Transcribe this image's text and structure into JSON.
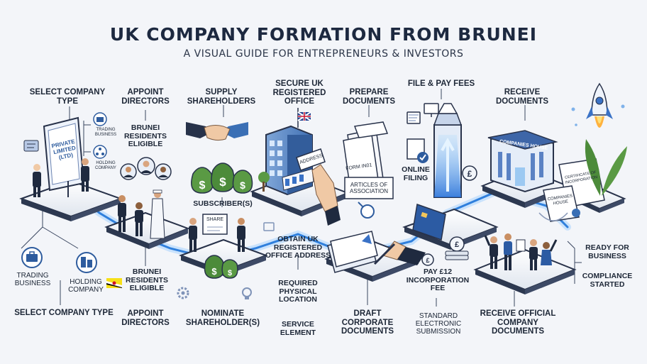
{
  "header": {
    "title": "UK COMPANY FORMATION FROM BRUNEI",
    "subtitle": "A VISUAL GUIDE FOR ENTREPRENEURS & INVESTORS"
  },
  "steps": {
    "select_top": "SELECT COMPANY TYPE",
    "select_bottom": "SELECT COMPANY TYPE",
    "private_limited": "PRIVATE LIMITED (LTD)",
    "trading_small": "TRADING BUSINESS",
    "holding_small": "HOLDING COMPANY",
    "trading": "TRADING BUSINESS",
    "holding": "HOLDING COMPANY",
    "appoint_top": "APPOINT DIRECTORS",
    "appoint_bottom": "APPOINT DIRECTORS",
    "brunei_top": "BRUNEI RESIDENTS ELIGIBLE",
    "brunei_bottom": "BRUNEI RESIDENTS ELIGIBLE",
    "supply": "SUPPLY SHAREHOLDERS",
    "subscribers": "SUBSCRIBER(S)",
    "share": "SHARE",
    "nominate": "NOMINATE SHAREHOLDER(S)",
    "secure": "SECURE UK REGISTERED OFFICE",
    "address": "ADDRESS",
    "obtain": "OBTAIN UK REGISTERED OFFICE ADDRESS",
    "required": "REQUIRED PHYSICAL LOCATION",
    "service": "SERVICE ELEMENT",
    "prepare": "PREPARE DOCUMENTS",
    "form_in01": "FORM IN01",
    "articles": "ARTICLES OF ASSOCIATION",
    "draft": "DRAFT CORPORATE DOCUMENTS",
    "file_pay": "FILE & PAY FEES",
    "online_filing": "ONLINE FILING",
    "pay_fee": "PAY £12 INCORPORATION FEE",
    "standard": "STANDARD ELECTRONIC SUBMISSION",
    "receive": "RECEIVE DOCUMENTS",
    "companies_house": "COMPANIES HOUSE",
    "certificate": "CERTIFICATE OF INCORPORATION",
    "companies_house_doc": "COMPANIES HOUSE",
    "receive_official": "RECEIVE OFFICIAL COMPANY DOCUMENTS",
    "ready": "READY FOR BUSINESS",
    "compliance": "COMPLIANCE STARTED"
  },
  "colors": {
    "primary": "#2e5c9e",
    "accent": "#3f86d6",
    "money": "#4c8b3a",
    "glow": "#5fb5ff",
    "dark": "#1d2737"
  },
  "icons": [
    "chat-bubble-icon",
    "monitor-icon",
    "gear-icon",
    "lightbulb-icon",
    "uk-flag-icon",
    "pound-coin-icon",
    "rocket-icon",
    "handshake-icon",
    "money-bag-icon",
    "building-icon",
    "brunei-flag-icon",
    "credit-card-icon",
    "search-icon",
    "bank-icon"
  ]
}
